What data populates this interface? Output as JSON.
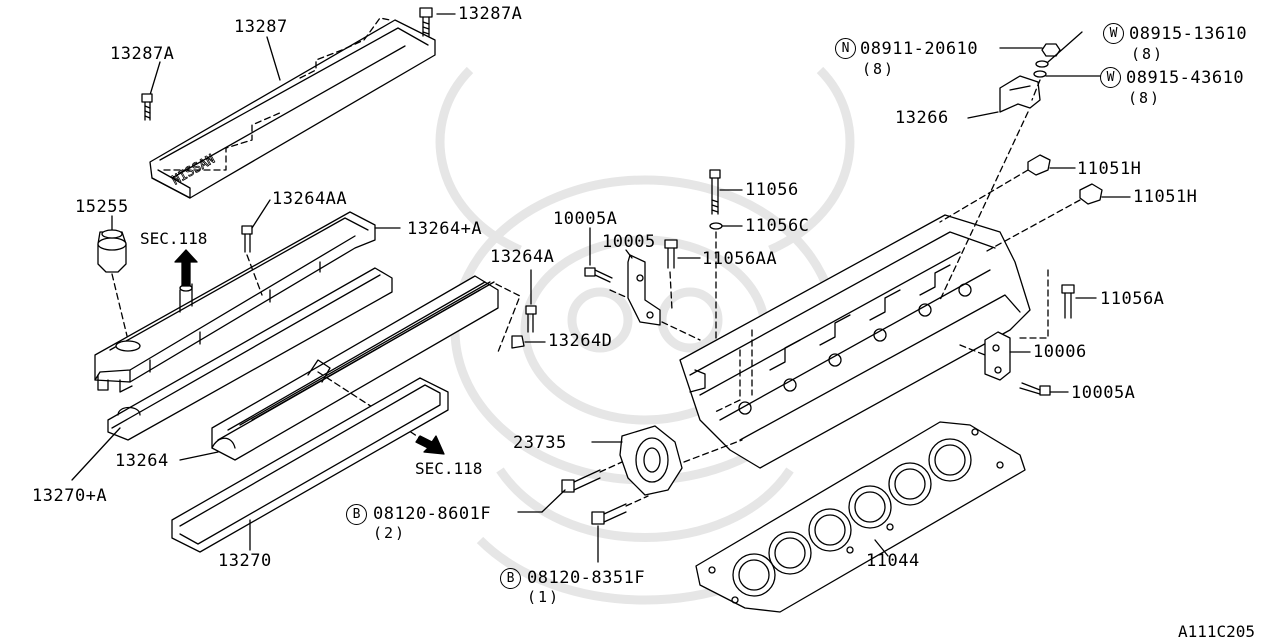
{
  "parts": {
    "p13287": "13287",
    "p13287A_left": "13287A",
    "p13287A_top": "13287A",
    "p15255": "15255",
    "p13264AA": "13264AA",
    "p13264plusA": "13264+A",
    "p13264A": "13264A",
    "p13264D": "13264D",
    "p13264": "13264",
    "p13270plusA": "13270+A",
    "p13270": "13270",
    "p10005A_left": "10005A",
    "p10005": "10005",
    "p11056": "11056",
    "p11056C": "11056C",
    "p11056AA": "11056AA",
    "p11051H_a": "11051H",
    "p11051H_b": "11051H",
    "p11056A": "11056A",
    "p10006": "10006",
    "p10005A_right": "10005A",
    "p13266": "13266",
    "p23735": "23735",
    "p11044": "11044",
    "p08911": "08911-20610",
    "p08915_13610": "08915-13610",
    "p08915_43610": "08915-43610",
    "p08120_8601F": "08120-8601F",
    "p08120_8351F": "08120-8351F"
  },
  "quantities": {
    "q08911": "(8)",
    "q08915_13610": "(8)",
    "q08915_43610": "(8)",
    "q08120_8601F": "(2)",
    "q08120_8351F": "(1)"
  },
  "prefixes": {
    "n": "N",
    "w1": "W",
    "w2": "W",
    "b1": "B",
    "b2": "B"
  },
  "section_refs": {
    "sec_upper": "SEC.118",
    "sec_lower": "SEC.118"
  },
  "diagram_code": "A111C205",
  "colors": {
    "line": "#000000",
    "watermark": "#e6e6e6"
  }
}
